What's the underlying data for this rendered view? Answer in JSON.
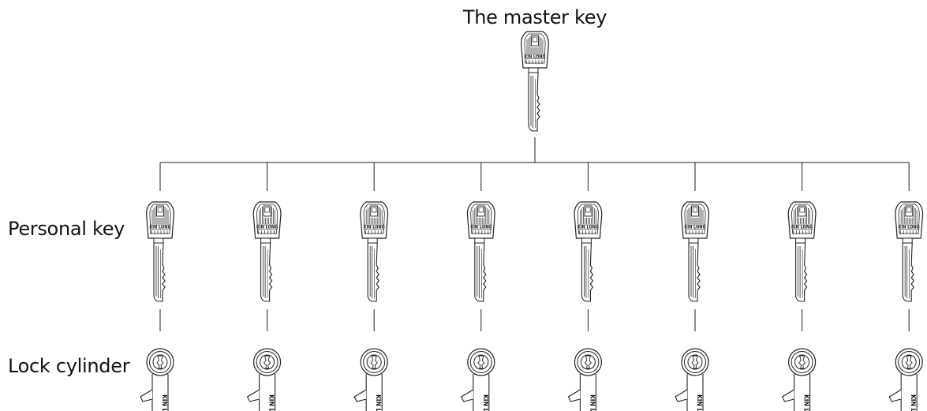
{
  "diagram": {
    "master_label": "The master key",
    "personal_label": "Personal key",
    "cylinder_label": "Lock cylinder",
    "brand_mark": "KIN LONG",
    "personal_key_count": 8,
    "cylinder_count": 8
  }
}
